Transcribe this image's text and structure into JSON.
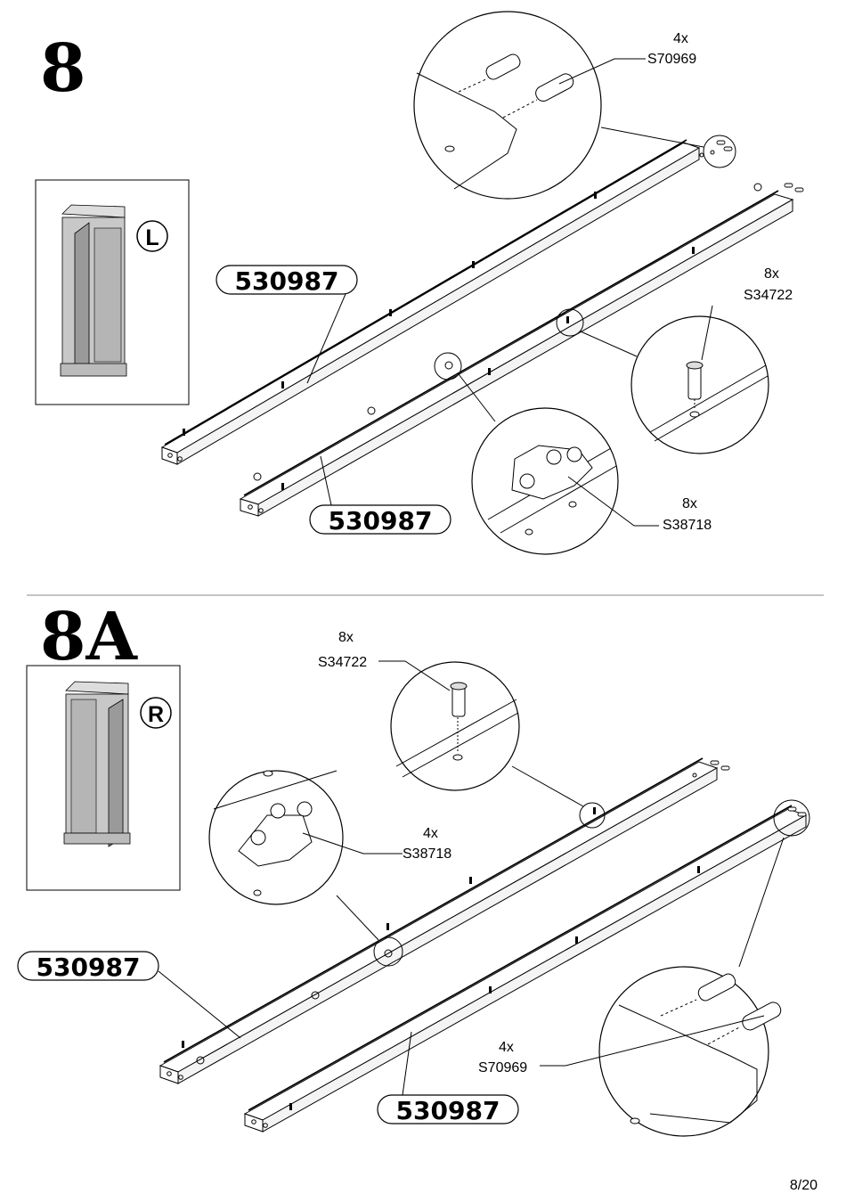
{
  "steps": [
    {
      "number": "8",
      "side_badge": "L",
      "parts": [
        "530987",
        "530987"
      ],
      "callouts": {
        "dowel": {
          "qty": "4x",
          "code": "S70969"
        },
        "cam_bolt": {
          "qty": "8x",
          "code": "S34722"
        },
        "hinge_plate": {
          "qty": "8x",
          "code": "S38718"
        }
      }
    },
    {
      "number": "8A",
      "side_badge": "R",
      "parts": [
        "530987",
        "530987"
      ],
      "callouts": {
        "cam_bolt": {
          "qty": "8x",
          "code": "S34722"
        },
        "hinge_plate": {
          "qty": "4x",
          "code": "S38718"
        },
        "dowel": {
          "qty": "4x",
          "code": "S70969"
        }
      }
    }
  ],
  "page_number": "8/20"
}
